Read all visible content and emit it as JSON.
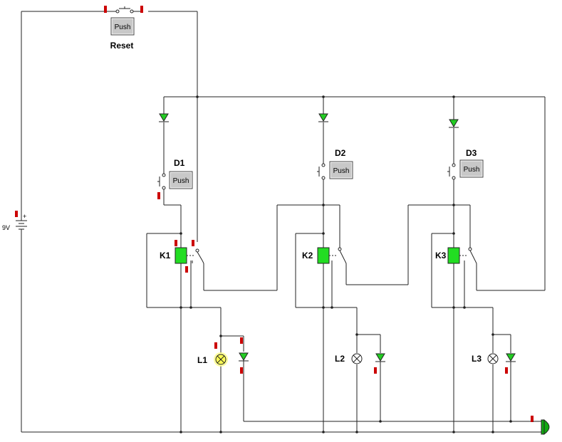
{
  "labels": {
    "reset": "Reset",
    "battery": "9V",
    "d1": "D1",
    "d2": "D2",
    "d3": "D3",
    "k1": "K1",
    "k2": "K2",
    "k3": "K3",
    "l1": "L1",
    "l2": "L2",
    "l3": "L3"
  },
  "buttons": {
    "push": "Push"
  },
  "colors": {
    "relay_coil": "#22dd22",
    "led": "#22cc22",
    "probe": "#cc0000",
    "lamp_on": "#ffff55",
    "button_face": "#c8c8c8",
    "buzzer": "#11aa11"
  },
  "states": {
    "l1_lit": true,
    "l2_lit": false,
    "l3_lit": false
  }
}
